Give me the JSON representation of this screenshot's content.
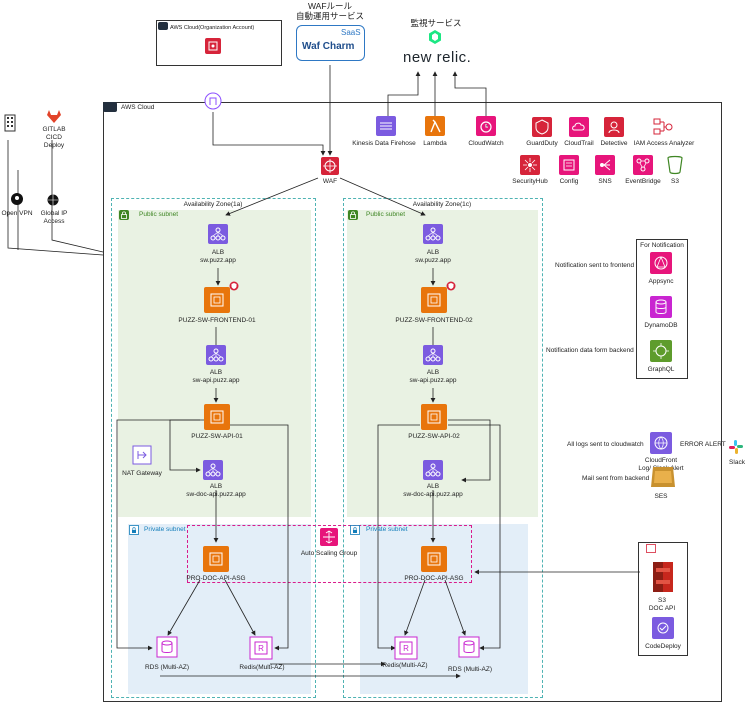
{
  "top": {
    "org_account_label": "AWS Cloud(Organization Account)",
    "waf_rule_title_line1": "WAFルール",
    "waf_rule_title_line2": "自動運用サービス",
    "saas_label": "SaaS",
    "wafcharm_label": "Waf Charm",
    "monitor_title": "監視サービス",
    "newrelic_label": "new relic."
  },
  "left": {
    "gitlab_line1": "GITLAB",
    "gitlab_line2": "CICD",
    "gitlab_line3": "Deploy",
    "openvpn": "Open VPN",
    "global_ip_line1": "Global IP",
    "global_ip_line2": "Access"
  },
  "cloud": {
    "aws_cloud_label": "AWS Cloud",
    "waf": "WAF",
    "kinesis": "Kinesis Data Firehose",
    "lambda": "Lambda",
    "cloudwatch": "CloudWatch",
    "guardduty": "GuardDuty",
    "cloudtrail": "CloudTrail",
    "detective": "Detective",
    "iam_access_analyzer": "IAM Access Analyzer",
    "securityhub": "SecurityHub",
    "config": "Config",
    "sns": "SNS",
    "eventbridge": "EventBridge",
    "s3": "S3"
  },
  "az1": {
    "title": "Availability Zone(1a)",
    "public_subnet": "Public subnet",
    "private_subnet": "Private subnet",
    "alb1_line1": "ALB",
    "alb1_line2": "sw.puzz.app",
    "frontend": "PUZZ-SW-FRONTEND-01",
    "alb2_line1": "ALB",
    "alb2_line2": "sw-api.puzz.app",
    "api": "PUZZ-SW-API-01",
    "alb3_line1": "ALB",
    "alb3_line2": "sw-doc-api.puzz.app",
    "nat": "NAT Gateway",
    "doc_asg": "PRO-DOC-API-ASG",
    "rds": "RDS (Multi-AZ)",
    "redis": "Redis(Multi-AZ)"
  },
  "az2": {
    "title": "Availability Zone(1c)",
    "public_subnet": "Public subnet",
    "private_subnet": "Private subnet",
    "alb1_line1": "ALB",
    "alb1_line2": "sw.puzz.app",
    "frontend": "PUZZ-SW-FRONTEND-02",
    "alb2_line1": "ALB",
    "alb2_line2": "sw-api.puzz.app",
    "api": "PUZZ-SW-API-02",
    "alb3_line1": "ALB",
    "alb3_line2": "sw-doc-api.puzz.app",
    "doc_asg": "PRO-DOC-API-ASG",
    "rds": "RDS (Multi-AZ)",
    "redis": "Redis(Multi-AZ)"
  },
  "asg_label": "Auto Scaling Group",
  "right": {
    "for_notification": "For Notification",
    "notif_frontend": "Notification sent to frontend",
    "notif_backend": "Notification data form backend",
    "appsync": "Appsync",
    "dynamodb": "DynamoDB",
    "graphql": "GraphQL",
    "logs_cloudwatch": "All logs sent to cloudwatch",
    "error_alert": "ERROR ALERT",
    "cloudfront_line1": "CloudFront",
    "cloudfront_line2": "Log/ Slack Alert",
    "slack": "Slack",
    "mail_backend": "Mail sent from backend",
    "ses": "SES",
    "s3_line1": "S3",
    "s3_line2": "DOC API",
    "codedeploy": "CodeDeploy"
  },
  "colors": {
    "orange": "#E8750C",
    "purple": "#7B5BE0",
    "red": "#D6243A",
    "pink": "#E7157B",
    "green": "#5E9C2C",
    "subnet_green": "#E9F2E3",
    "subnet_blue": "#E3EEF8"
  }
}
